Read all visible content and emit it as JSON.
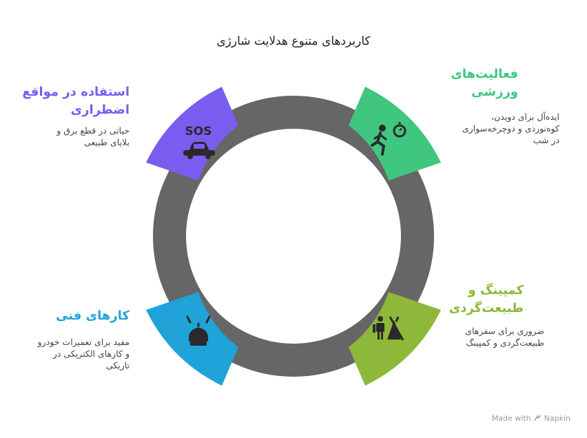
{
  "title": "کاربردهای متنوع هدلایت شارژی",
  "colors": {
    "ring": "#666666",
    "purple": "#7B5CF0",
    "green": "#3FC77F",
    "blue": "#1FA3D9",
    "olive": "#8DB83A"
  },
  "segments": [
    {
      "id": "emergency",
      "color": "#7B5CF0",
      "icon": "sos-car-icon",
      "heading_lines": [
        "استفاده در مواقع",
        "اضطراری"
      ],
      "desc_lines": [
        "حیاتی در قطع برق و",
        "بلایای طبیعی"
      ]
    },
    {
      "id": "sports",
      "color": "#3FC77F",
      "icon": "runner-stopwatch-icon",
      "heading_lines": [
        "فعالیت‌های",
        "ورزشی"
      ],
      "desc_lines": [
        "ایده‌آل برای دویدن،",
        "کوه‌نوردی و دوچرخه‌سواری",
        "در شب"
      ]
    },
    {
      "id": "camping",
      "color": "#8DB83A",
      "icon": "camper-tent-icon",
      "heading_lines": [
        "کمپینگ و",
        "طبیعت‌گردی"
      ],
      "desc_lines": [
        "ضروری برای سفرهای",
        "طبیعت‌گردی و کمپینگ"
      ]
    },
    {
      "id": "technical",
      "color": "#1FA3D9",
      "icon": "mechanic-helmet-icon",
      "heading_lines": [
        "کارهای فنی"
      ],
      "desc_lines": [
        "مفید برای تعمیرات خودرو",
        "و کارهای الکتریکی در",
        "تاریکی"
      ]
    }
  ],
  "sos_text": "SOS",
  "watermark": {
    "made_with": "Made with",
    "brand": "Napkin"
  }
}
